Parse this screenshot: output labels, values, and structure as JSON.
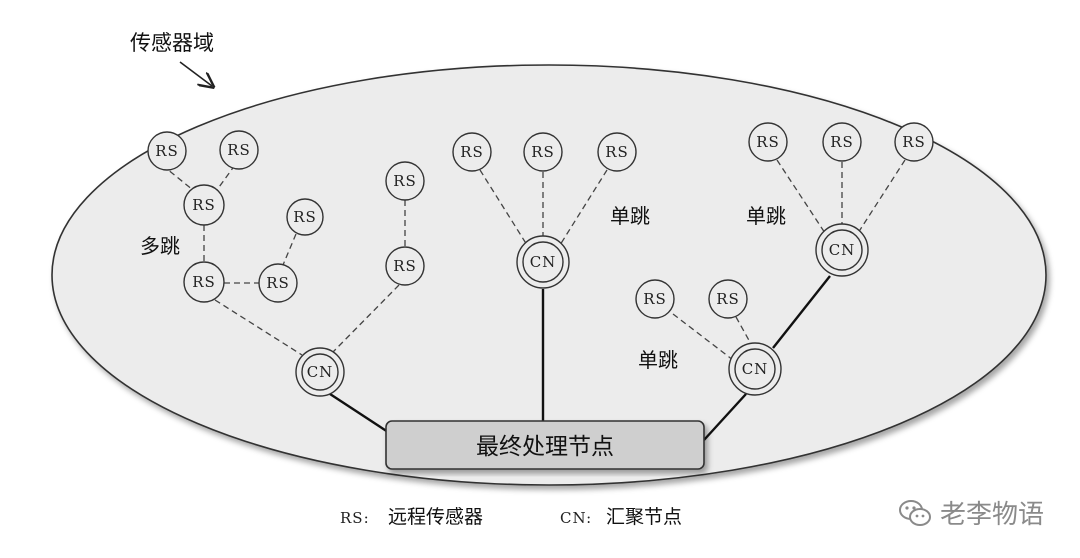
{
  "domain_label": "传感器域",
  "hop_labels": {
    "multi": "多跳",
    "single": "单跳"
  },
  "node_labels": {
    "rs": "RS",
    "cn": "CN"
  },
  "final_node": "最终处理节点",
  "legend": {
    "rs_key": "RS:",
    "rs_text": "远程传感器",
    "cn_key": "CN:",
    "cn_text": "汇聚节点"
  },
  "watermark": {
    "text": "老李物语",
    "icon": "wechat-icon"
  },
  "colors": {
    "domain_fill": "#ececec",
    "final_node_fill": "#cfcfcf",
    "stroke": "#333333",
    "watermark": "#8a8a8a"
  }
}
